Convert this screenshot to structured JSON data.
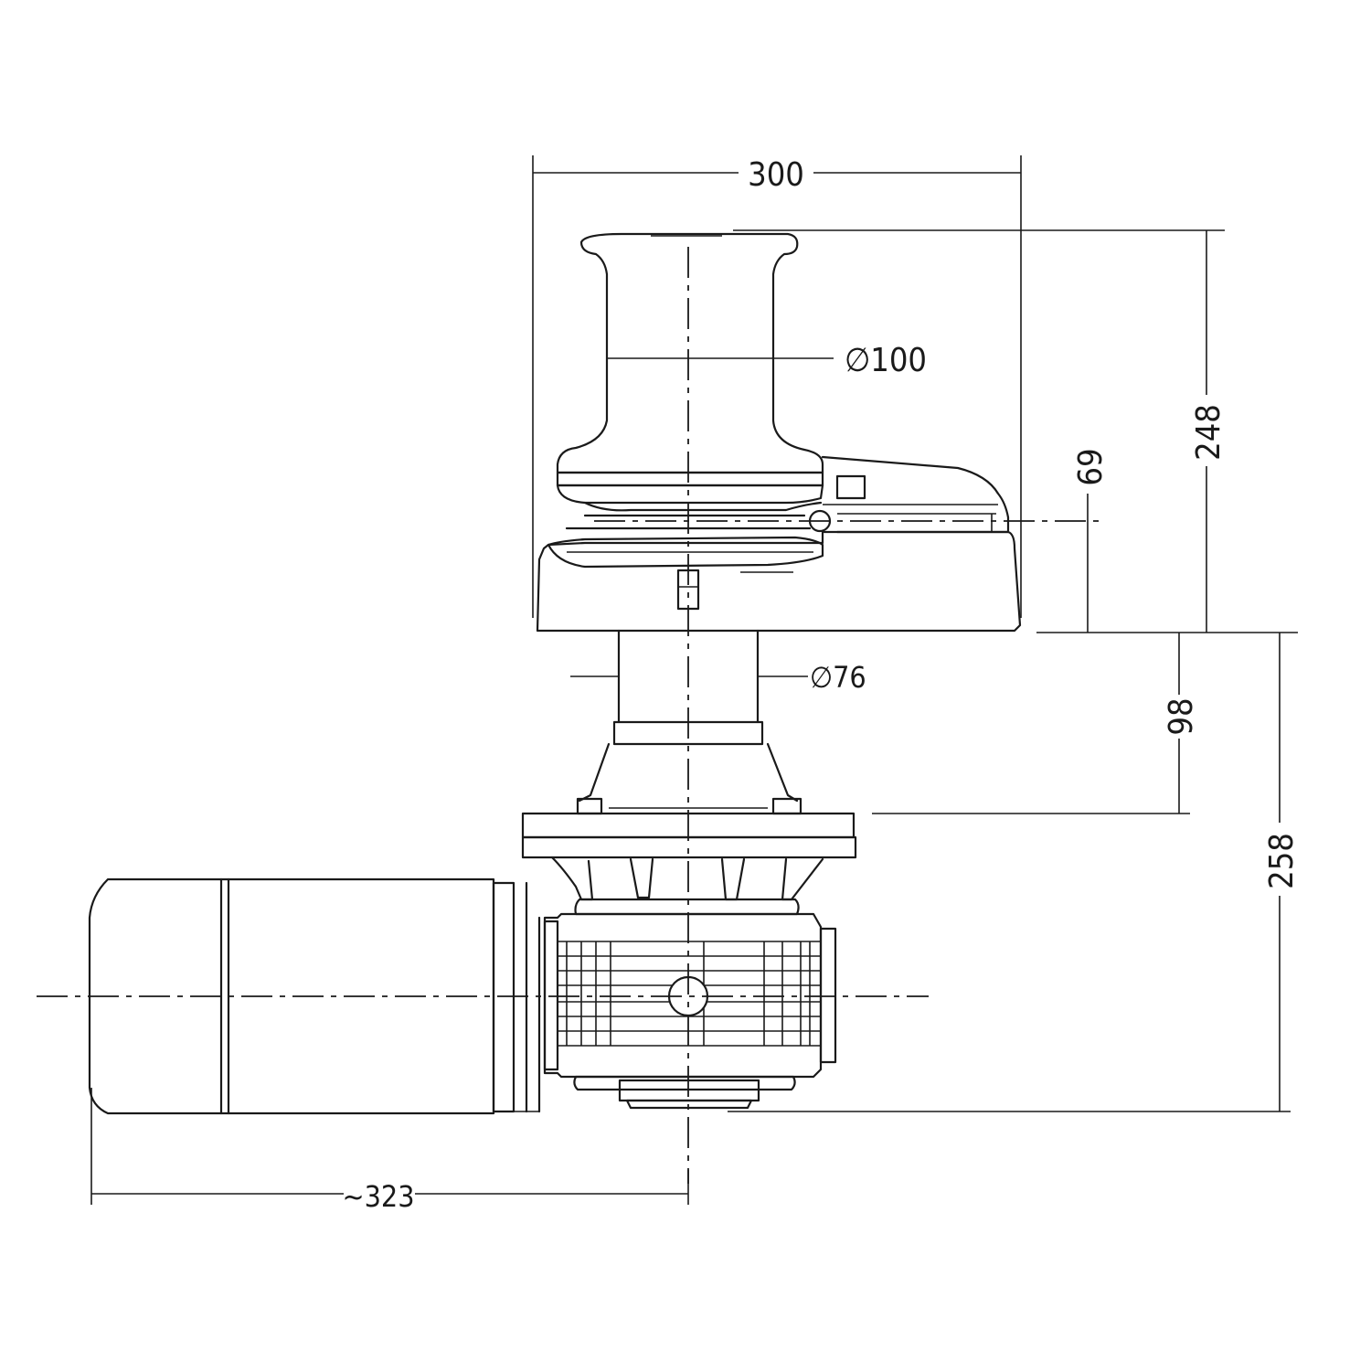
{
  "drawing": {
    "subject": "windlass",
    "dimensions": {
      "width_top": "300",
      "capstan_diameter": "100",
      "overall_height_above_deck": "248",
      "gypsy_height": "69",
      "shaft_diameter": "76",
      "deck_to_gearbox": "98",
      "overall_height_below_deck": "258",
      "motor_length": "~323"
    },
    "diameter_symbol": "∅",
    "colors": {
      "line": "#1a1a1a",
      "background": "#ffffff"
    }
  }
}
